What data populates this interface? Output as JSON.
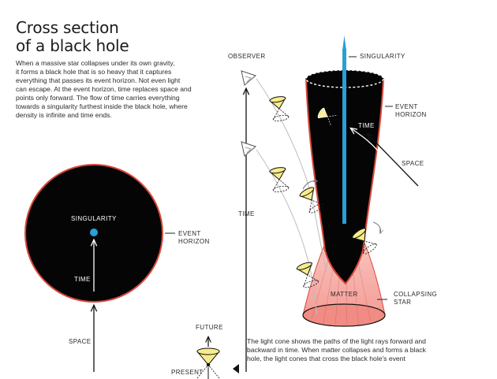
{
  "title": {
    "line1": "Cross section",
    "line2": "of a black hole"
  },
  "intro": {
    "lines": [
      "When a massive star collapses under its own gravity,",
      "it forms a black hole that is so heavy that it captures",
      "everything that passes its event horizon. Not even light",
      "can escape. At the event horizon, time replaces space and",
      "points only forward. The flow of time carries everything",
      "towards a singularity furthest inside the black hole, where",
      "density is infinite and time ends."
    ]
  },
  "left_diagram": {
    "singularity": "SINGULARITY",
    "event_horizon": [
      "EVENT",
      "HORIZON"
    ],
    "time": "TIME",
    "space": "SPACE"
  },
  "right_diagram": {
    "observer": "OBSERVER",
    "singularity": "SINGULARITY",
    "event_horizon": [
      "EVENT",
      "HORIZON"
    ],
    "time_inside": "TIME",
    "space": "SPACE",
    "time_axis": "TIME",
    "matter": "MATTER",
    "collapsing_star": [
      "COLLAPSING",
      "STAR"
    ]
  },
  "legend": {
    "future": "FUTURE",
    "present": "PRESENT",
    "caption": [
      "The light cone shows the paths of the light rays forward and",
      "backward in time. When matter collapses and forms a black",
      "hole, the light cones that cross the black hole's event"
    ]
  },
  "colors": {
    "black_hole": "#050505",
    "horizon_red": "#d9473a",
    "star_pink": "#f3938b",
    "singularity_blue": "#2a9fd8",
    "cone_yellow": "#f7ec8c"
  }
}
